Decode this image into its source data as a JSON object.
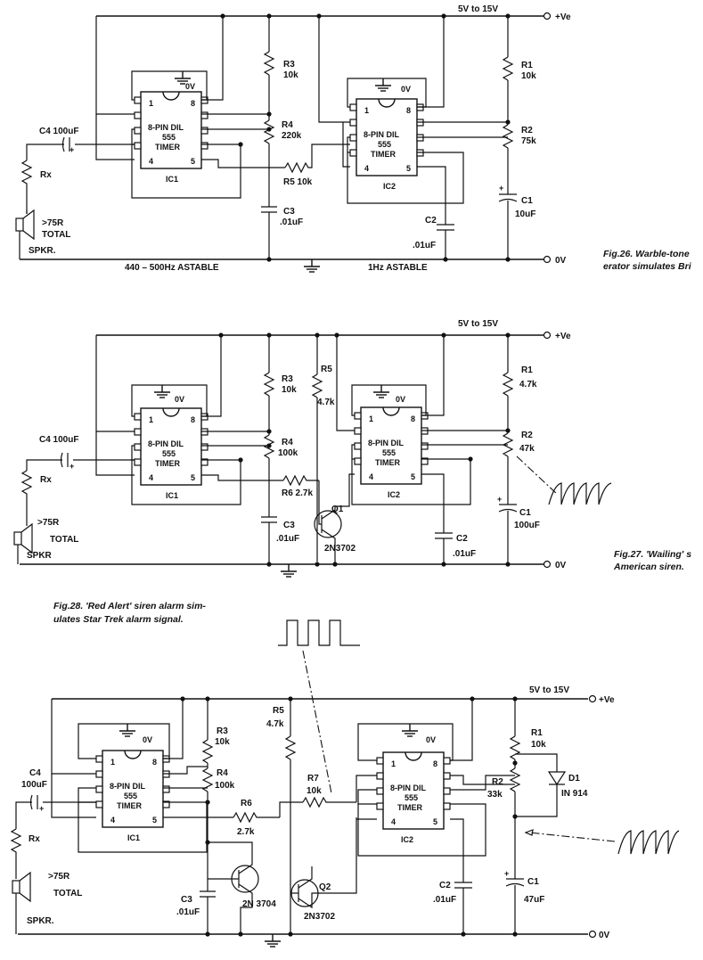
{
  "fig26": {
    "supply": "5V to 15V",
    "rail_pos": "+Ve",
    "rail_gnd": "0V",
    "r3": "R3",
    "r3v": "10k",
    "r4": "R4",
    "r4v": "220k",
    "r5": "R5 10k",
    "r1": "R1",
    "r1v": "10k",
    "r2": "R2",
    "r2v": "75k",
    "c4": "C4 100uF",
    "c3": "C3",
    "c3v": ".01uF",
    "c2": "C2",
    "c2v": ".01uF",
    "c1": "C1",
    "c1v": "10uF",
    "rx": "Rx",
    "spk1": ">75R",
    "spk2": "TOTAL",
    "spk3": "SPKR.",
    "label_left": "440 – 500Hz ASTABLE",
    "label_right": "1Hz ASTABLE",
    "caption1": "Fig.26. Warble-tone",
    "caption2": "erator simulates Bri"
  },
  "fig27": {
    "supply": "5V to 15V",
    "rail_pos": "+Ve",
    "rail_gnd": "0V",
    "r3": "R3",
    "r3v": "10k",
    "r4": "R4",
    "r4v": "100k",
    "r5": "R5",
    "r5v": "4.7k",
    "r6": "R6 2.7k",
    "r1": "R1",
    "r1v": "4.7k",
    "r2": "R2",
    "r2v": "47k",
    "c4": "C4 100uF",
    "c3": "C3",
    "c3v": ".01uF",
    "c2": "C2",
    "c2v": ".01uF",
    "c1": "C1",
    "c1v": "100uF",
    "q1": "Q1",
    "q1v": "2N3702",
    "rx": "Rx",
    "spk1": ">75R",
    "spk2": "TOTAL",
    "spk3": "SPKR",
    "caption1": "Fig.27. 'Wailing' s",
    "caption2": "American siren."
  },
  "fig28": {
    "caption1": "Fig.28. 'Red Alert' siren alarm sim-",
    "caption2": "ulates Star Trek alarm signal.",
    "supply": "5V to 15V",
    "rail_pos": "+Ve",
    "rail_gnd": "0V",
    "r3": "R3",
    "r3v": "10k",
    "r4": "R4",
    "r4v": "100k",
    "r5": "R5",
    "r5v": "4.7k",
    "r6": "R6",
    "r6v": "2.7k",
    "r7": "R7",
    "r7v": "10k",
    "r1": "R1",
    "r1v": "10k",
    "r2": "R2",
    "r2v": "33k",
    "d1": "D1",
    "d1v": "IN 914",
    "c4": "C4",
    "c4v": "100uF",
    "c3": "C3",
    "c3v": ".01uF",
    "c2": "C2",
    "c2v": ".01uF",
    "c1": "C1",
    "c1v": "47uF",
    "q1v": "2N 3704",
    "q2": "Q2",
    "q2v": "2N3702",
    "rx": "Rx",
    "spk1": ">75R",
    "spk2": "TOTAL",
    "spk3": "SPKR."
  },
  "ic": {
    "pin1": "1",
    "pin8": "8",
    "pin4": "4",
    "pin5": "5",
    "line1": "8-PIN DIL",
    "line2": "555",
    "line3": "TIMER",
    "ic1": "IC1",
    "ic2": "IC2",
    "gnd": "0V"
  }
}
